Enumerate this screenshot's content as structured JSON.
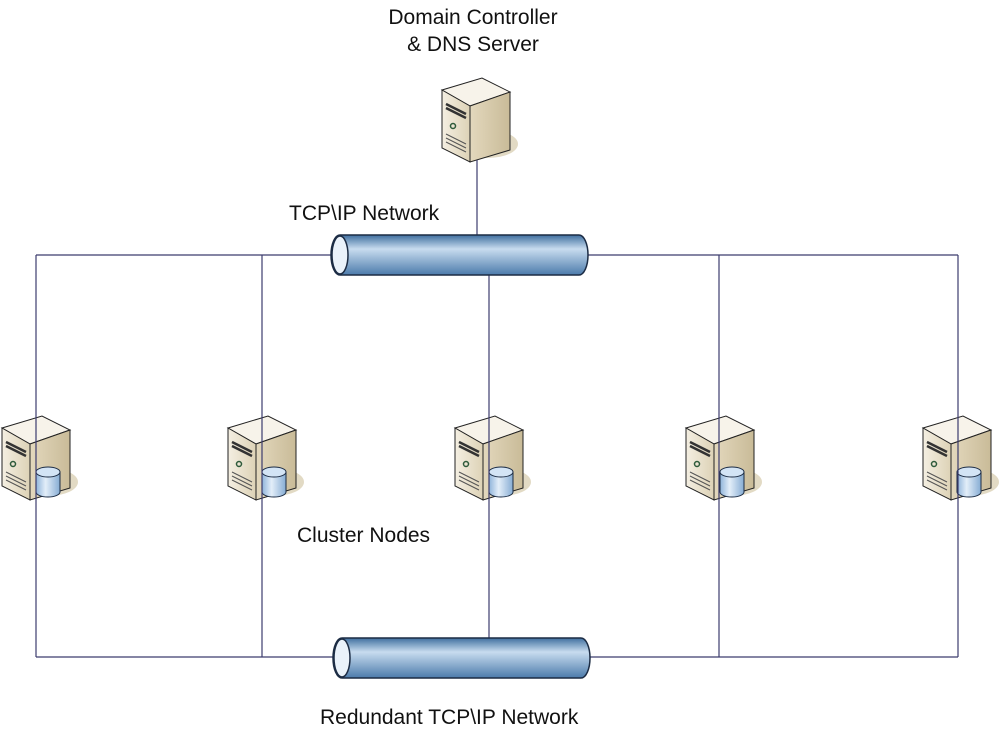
{
  "labels": {
    "dc_line1": "Domain Controller",
    "dc_line2": "& DNS Server",
    "tcpip": "TCP\\IP Network",
    "cluster": "Cluster Nodes",
    "redundant": "Redundant TCP\\IP Network"
  },
  "nodes": {
    "domain_controller": {
      "icon": "server-icon"
    },
    "cluster_nodes": [
      {
        "icon": "server-with-storage-icon"
      },
      {
        "icon": "server-with-storage-icon"
      },
      {
        "icon": "server-with-storage-icon"
      },
      {
        "icon": "server-with-storage-icon"
      },
      {
        "icon": "server-with-storage-icon"
      }
    ]
  },
  "colors": {
    "line": "#3c3c6e",
    "pipe": "#7fa8d0",
    "server": "#e6dcc3",
    "disk": "#a9c8e6"
  }
}
